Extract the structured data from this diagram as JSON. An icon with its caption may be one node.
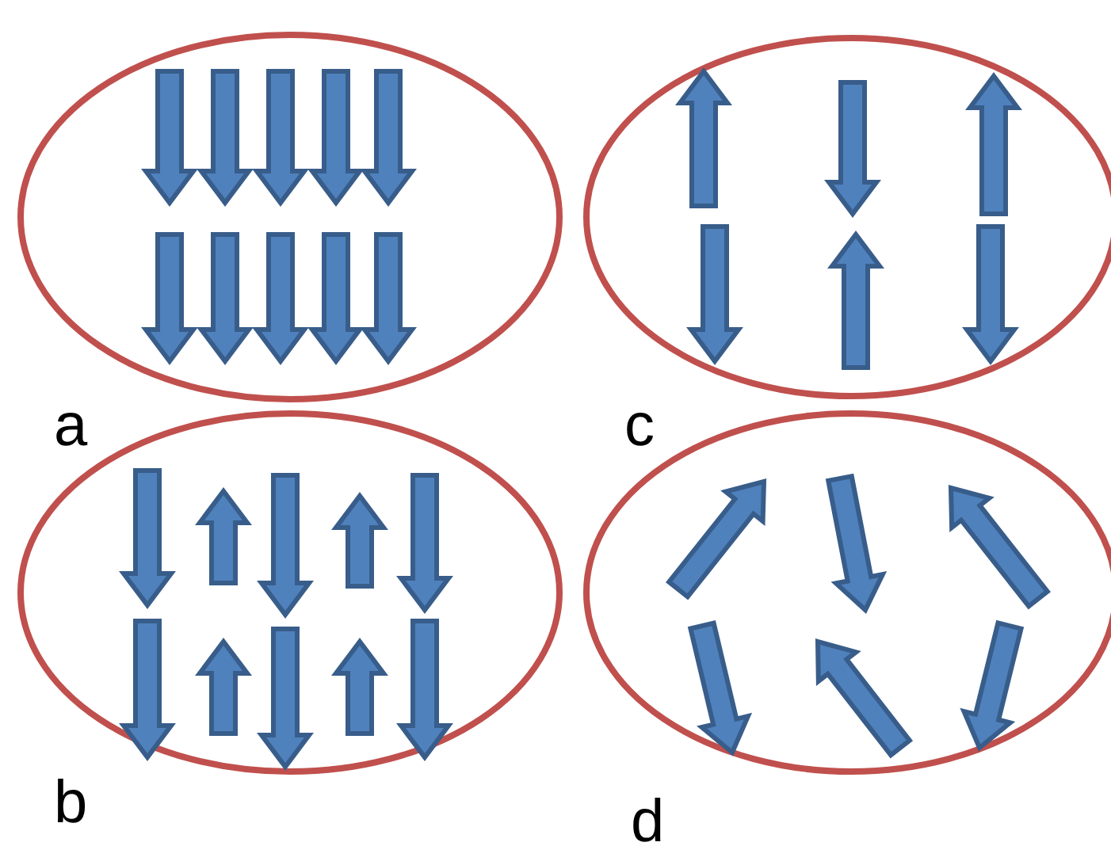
{
  "diagram": {
    "labels": [
      "a",
      "c",
      "b",
      "d"
    ]
  }
}
